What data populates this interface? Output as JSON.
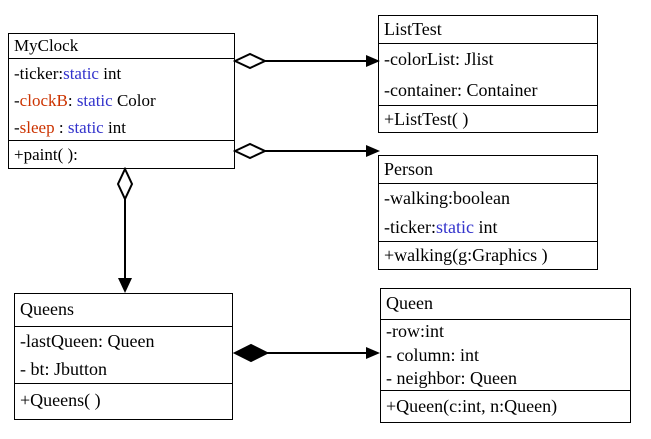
{
  "colors": {
    "background": "#ffffff",
    "line": "#000000",
    "keyword_blue": "#3333cc",
    "member_red": "#cc3300"
  },
  "classes": {
    "myclock": {
      "title": "MyClock",
      "attributes": [
        {
          "segments": [
            {
              "text": "-ticker:"
            },
            {
              "text": "static",
              "color": "#3333cc"
            },
            {
              "text": " int"
            }
          ]
        },
        {
          "segments": [
            {
              "text": "-"
            },
            {
              "text": "clockB",
              "color": "#cc3300"
            },
            {
              "text": ": "
            },
            {
              "text": "static",
              "color": "#3333cc"
            },
            {
              "text": " Color"
            }
          ]
        },
        {
          "segments": [
            {
              "text": "-"
            },
            {
              "text": "sleep",
              "color": "#cc3300"
            },
            {
              "text": " : "
            },
            {
              "text": "static",
              "color": "#3333cc"
            },
            {
              "text": " int"
            }
          ]
        }
      ],
      "methods": [
        {
          "segments": [
            {
              "text": "+paint( ):"
            }
          ]
        }
      ]
    },
    "listtest": {
      "title": "ListTest",
      "attributes": [
        {
          "segments": [
            {
              "text": "-colorList: Jlist"
            }
          ]
        },
        {
          "segments": [
            {
              "text": "-container: Container"
            }
          ]
        }
      ],
      "methods": [
        {
          "segments": [
            {
              "text": "+ListTest( )"
            }
          ]
        }
      ]
    },
    "person": {
      "title": "Person",
      "attributes": [
        {
          "segments": [
            {
              "text": "-walking:boolean"
            }
          ]
        },
        {
          "segments": [
            {
              "text": "-ticker:"
            },
            {
              "text": "static",
              "color": "#3333cc"
            },
            {
              "text": " int"
            }
          ]
        }
      ],
      "methods": [
        {
          "segments": [
            {
              "text": "+walking(g:Graphics )"
            }
          ]
        }
      ]
    },
    "queens": {
      "title": "Queens",
      "attributes": [
        {
          "segments": [
            {
              "text": "-lastQueen: Queen"
            }
          ]
        },
        {
          "segments": [
            {
              "text": "- bt: Jbutton"
            }
          ]
        }
      ],
      "methods": [
        {
          "segments": [
            {
              "text": "+Queens( )"
            }
          ]
        }
      ]
    },
    "queen": {
      "title": "Queen",
      "attributes": [
        {
          "segments": [
            {
              "text": "-row:int"
            }
          ]
        },
        {
          "segments": [
            {
              "text": "- column: int"
            }
          ]
        },
        {
          "segments": [
            {
              "text": "- neighbor: Queen"
            }
          ]
        }
      ],
      "methods": [
        {
          "segments": [
            {
              "text": "+Queen(c:int, n:Queen)"
            }
          ]
        }
      ]
    }
  },
  "relationships": [
    {
      "from": "MyClock",
      "to": "ListTest",
      "kind": "aggregation",
      "diamond": "open",
      "end": "filled-arrowhead"
    },
    {
      "from": "MyClock",
      "to": "Person",
      "kind": "aggregation",
      "diamond": "open",
      "end": "filled-arrowhead"
    },
    {
      "from": "MyClock",
      "to": "Queens",
      "kind": "aggregation",
      "diamond": "open",
      "end": "filled-arrowhead"
    },
    {
      "from": "Queens",
      "to": "Queen",
      "kind": "composition",
      "diamond": "filled",
      "end": "filled-arrowhead"
    }
  ]
}
